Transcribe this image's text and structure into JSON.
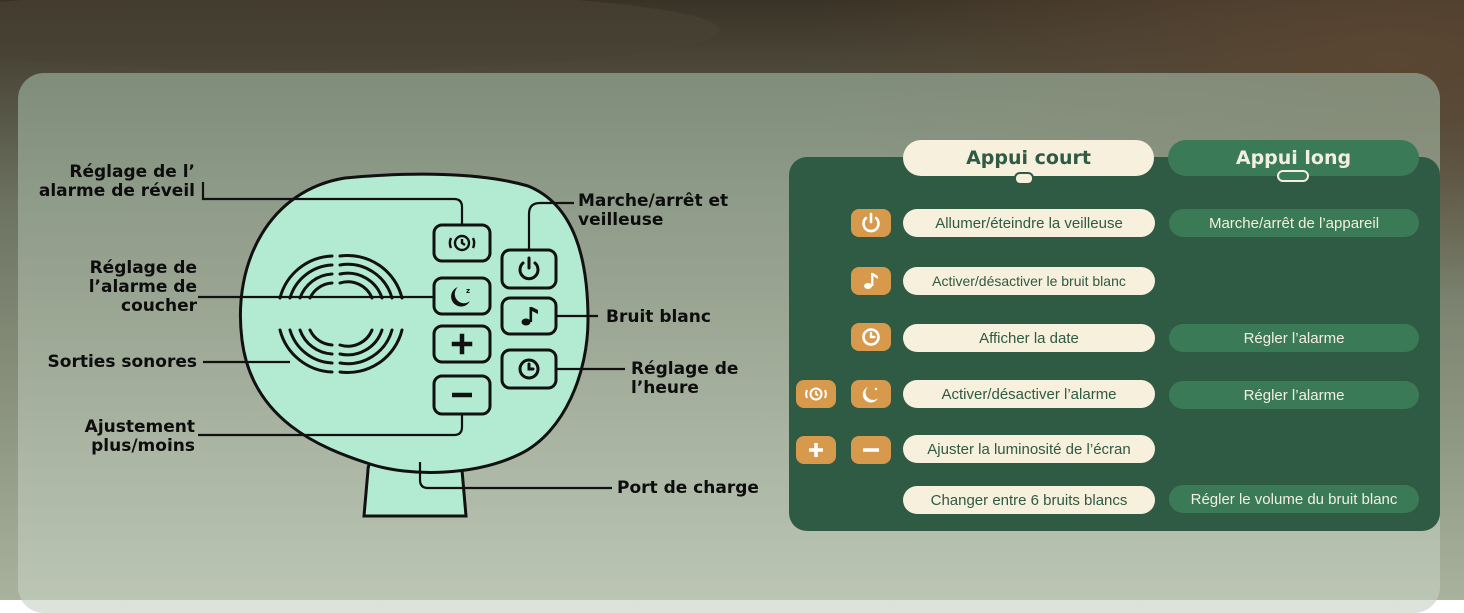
{
  "callouts": {
    "wake_alarm": "Réglage de l’ alarme de réveil",
    "bed_alarm": "Réglage de l’alarme de coucher",
    "speakers": "Sorties sonores",
    "plus_minus": "Ajustement plus/moins",
    "power": "Marche/arrêt et veilleuse",
    "white_noise": "Bruit blanc",
    "time": "Réglage de l’heure",
    "charging": "Port de charge"
  },
  "table": {
    "header_short": "Appui court",
    "header_long": "Appui long",
    "rows": [
      {
        "icons": [
          "power-icon"
        ],
        "short": "Allumer/éteindre la veilleuse",
        "long": "Marche/arrêt de l’appareil"
      },
      {
        "icons": [
          "music-note-icon"
        ],
        "short": "Activer/désactiver le bruit blanc",
        "long": ""
      },
      {
        "icons": [
          "clock-icon"
        ],
        "short": "Afficher la date",
        "long": "Régler l’alarme"
      },
      {
        "icons": [
          "alarm-clock-icon",
          "moon-icon"
        ],
        "short": "Activer/désactiver l’alarme",
        "long": "Régler l’alarme"
      },
      {
        "icons": [
          "plus-icon",
          "minus-icon"
        ],
        "short": "Ajuster la luminosité de l’écran",
        "long": ""
      },
      {
        "icons": [],
        "short": "Changer entre 6 bruits blancs",
        "long": "Régler le volume du bruit blanc"
      }
    ]
  },
  "colors": {
    "device_fill": "#b3ead2",
    "table_bg": "#2f5a43",
    "short_pill": "#f6f0dc",
    "long_pill": "#3a7a57",
    "icon_button": "#d79a4c"
  }
}
